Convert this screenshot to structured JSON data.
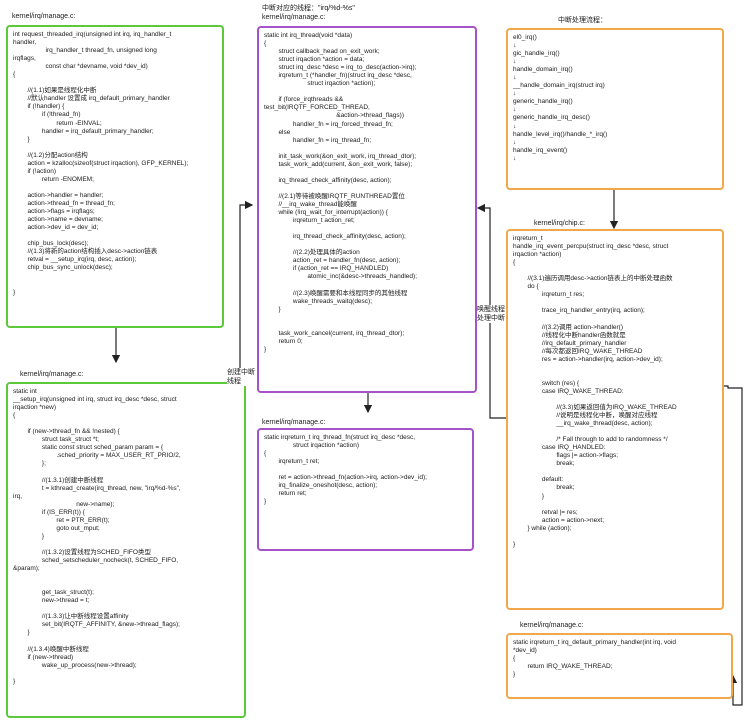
{
  "labels": {
    "g1": "kernel/irq/manage.c:",
    "g2": "kernel/irq/manage.c:",
    "p1": "中断对应的线程：\"irq/%d-%s\"\nkernel/irq/manage.c:",
    "p2": "kernel/irq/manage.c:",
    "o1": "中断处理流程：",
    "o2": "kernel/irq/chip.c:",
    "o3": "kernel/irq/manage.c:"
  },
  "edge_labels": {
    "create": "创建中断\n线程",
    "wake": "唤醒线程\n处理中断"
  },
  "boxes": {
    "g1": "int request_threaded_irq(unsigned int irq, irq_handler_t\nhandler,\n                  irq_handler_t thread_fn, unsigned long\nirqflags,\n                  const char *devname, void *dev_id)\n{\n\n        //(1.1)如果是线程化中断\n        //默认handler 设置成 irq_default_primary_handler\n        if (!handler) {\n                if (!thread_fn)\n                        return -EINVAL;\n                handler = irq_default_primary_handler;\n        }\n\n        //(1.2)分配action结构\n        action = kzalloc(sizeof(struct irqaction), GFP_KERNEL);\n        if (!action)\n                return -ENOMEM;\n\n        action->handler = handler;\n        action->thread_fn = thread_fn;\n        action->flags = irqflags;\n        action->name = devname;\n        action->dev_id = dev_id;\n\n        chip_bus_lock(desc);\n        //(1.3)将新的action结构插入desc->action链表\n        retval = __setup_irq(irq, desc, action);\n        chip_bus_sync_unlock(desc);\n\n\n}",
    "g2": "static int\n__setup_irq(unsigned int irq, struct irq_desc *desc, struct\nirqaction *new)\n{\n\n        if (new->thread_fn && !nested) {\n                struct task_struct *t;\n                static const struct sched_param param = {\n                        .sched_priority = MAX_USER_RT_PRIO/2,\n                };\n\n                //(1.3.1)创建中断线程\n                t = kthread_create(irq_thread, new, \"irq/%d-%s\",\nirq,\n                                   new->name);\n                if (IS_ERR(t)) {\n                        ret = PTR_ERR(t);\n                        goto out_mput;\n                }\n\n                //(1.3.2)设置线程为SCHED_FIFO类型\n                sched_setscheduler_nocheck(t, SCHED_FIFO,\n&param);\n\n\n                get_task_struct(t);\n                new->thread = t;\n\n                //(1.3.3)让中断线程设置affinity\n                set_bit(IRQTF_AFFINITY, &new->thread_flags);\n        }\n\n        //(1.3.4)唤醒中断线程\n        if (new->thread)\n                wake_up_process(new->thread);\n\n}",
    "p1": "static int irq_thread(void *data)\n{\n        struct callback_head on_exit_work;\n        struct irqaction *action = data;\n        struct irq_desc *desc = irq_to_desc(action->irq);\n        irqreturn_t (*handler_fn)(struct irq_desc *desc,\n                        struct irqaction *action);\n\n        if (force_irqthreads &&\ntest_bit(IRQTF_FORCED_THREAD,\n                                        &action->thread_flags))\n                handler_fn = irq_forced_thread_fn;\n        else\n                handler_fn = irq_thread_fn;\n\n        init_task_work(&on_exit_work, irq_thread_dtor);\n        task_work_add(current, &on_exit_work, false);\n\n        irq_thread_check_affinity(desc, action);\n\n        //(2.1)等待被唤醒IRQTF_RUNTHREAD置位\n        //__irq_wake_thread能唤醒\n        while (!irq_wait_for_interrupt(action)) {\n                irqreturn_t action_ret;\n\n                irq_thread_check_affinity(desc, action);\n\n                //(2.2)处理具体的action\n                action_ret = handler_fn(desc, action);\n                if (action_ret == IRQ_HANDLED)\n                        atomic_inc(&desc->threads_handled);\n\n                //(2.3)唤醒需要和本线程同步的其他线程\n                wake_threads_waitq(desc);\n        }\n\n\n        task_work_cancel(current, irq_thread_dtor);\n        return 0;\n}",
    "p2": "static irqreturn_t irq_thread_fn(struct irq_desc *desc,\n                struct irqaction *action)\n{\n        irqreturn_t ret;\n\n        ret = action->thread_fn(action->irq, action->dev_id);\n        irq_finalize_oneshot(desc, action);\n        return ret;\n}",
    "o1": "el0_irq()\n↓\ngic_handle_irq()\n↓\nhandle_domain_irq()\n↓\n__handle_domain_irq(struct irq)\n↓\ngeneric_handle_irq()\n↓\ngeneric_handle_irq_desc()\n↓\nhandle_level_irq()/handle_*_irq()\n↓\nhandle_irq_event()\n↓",
    "o2": "irqreturn_t\nhandle_irq_event_percpu(struct irq_desc *desc, struct\nirqaction *action)\n{\n\n        //(3.1)遍历调用desc->action链表上的中断处理函数\n        do {\n                irqreturn_t res;\n\n                trace_irq_handler_entry(irq, action);\n\n                //(3.2)调用 action->handler()\n                //线程化中断handler函数就是\n                //irq_default_primary_handler\n                //每次都返回IRQ_WAKE_THREAD\n                res = action->handler(irq, action->dev_id);\n\n\n                switch (res) {\n                case IRQ_WAKE_THREAD:\n\n                        //(3.3)如果返回值为IRQ_WAKE_THREAD\n                        //说明是线程化中断，唤醒对应线程\n                        __irq_wake_thread(desc, action);\n\n                        /* Fall through to add to randomness */\n                case IRQ_HANDLED:\n                        flags |= action->flags;\n                        break;\n\n                default:\n                        break;\n                }\n\n                retval |= res;\n                action = action->next;\n        } while (action);\n\n}",
    "o3": "static irqreturn_t irq_default_primary_handler(int irq, void\n*dev_id)\n{\n        return IRQ_WAKE_THREAD;\n}"
  }
}
